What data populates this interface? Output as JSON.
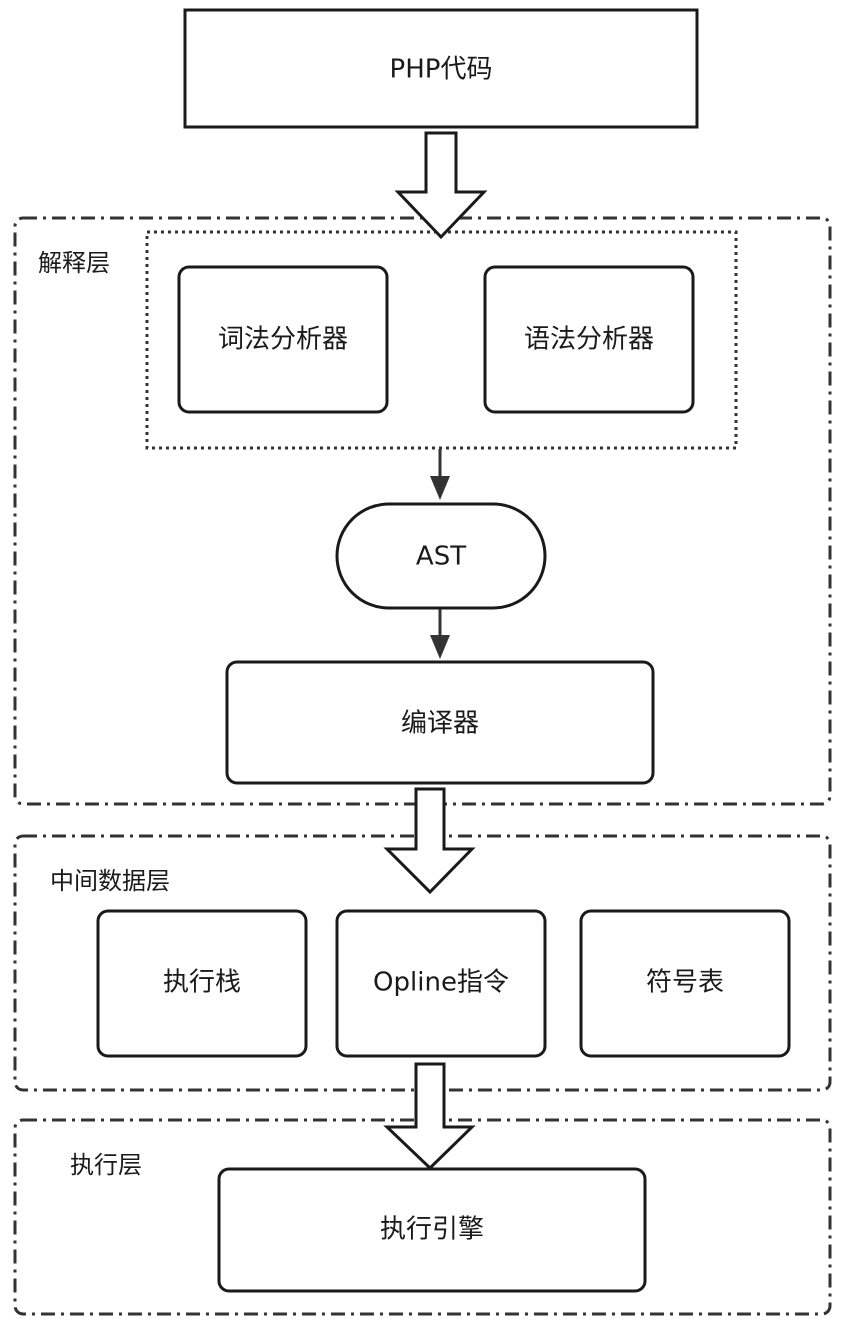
{
  "source": {
    "label": "PHP代码"
  },
  "interpret_layer": {
    "label": "解释层",
    "lexer": "词法分析器",
    "parser": "语法分析器",
    "ast": "AST",
    "compiler": "编译器"
  },
  "data_layer": {
    "label": "中间数据层",
    "stack": "执行栈",
    "opline": "Opline指令",
    "symbols": "符号表"
  },
  "exec_layer": {
    "label": "执行层",
    "engine": "执行引擎"
  }
}
